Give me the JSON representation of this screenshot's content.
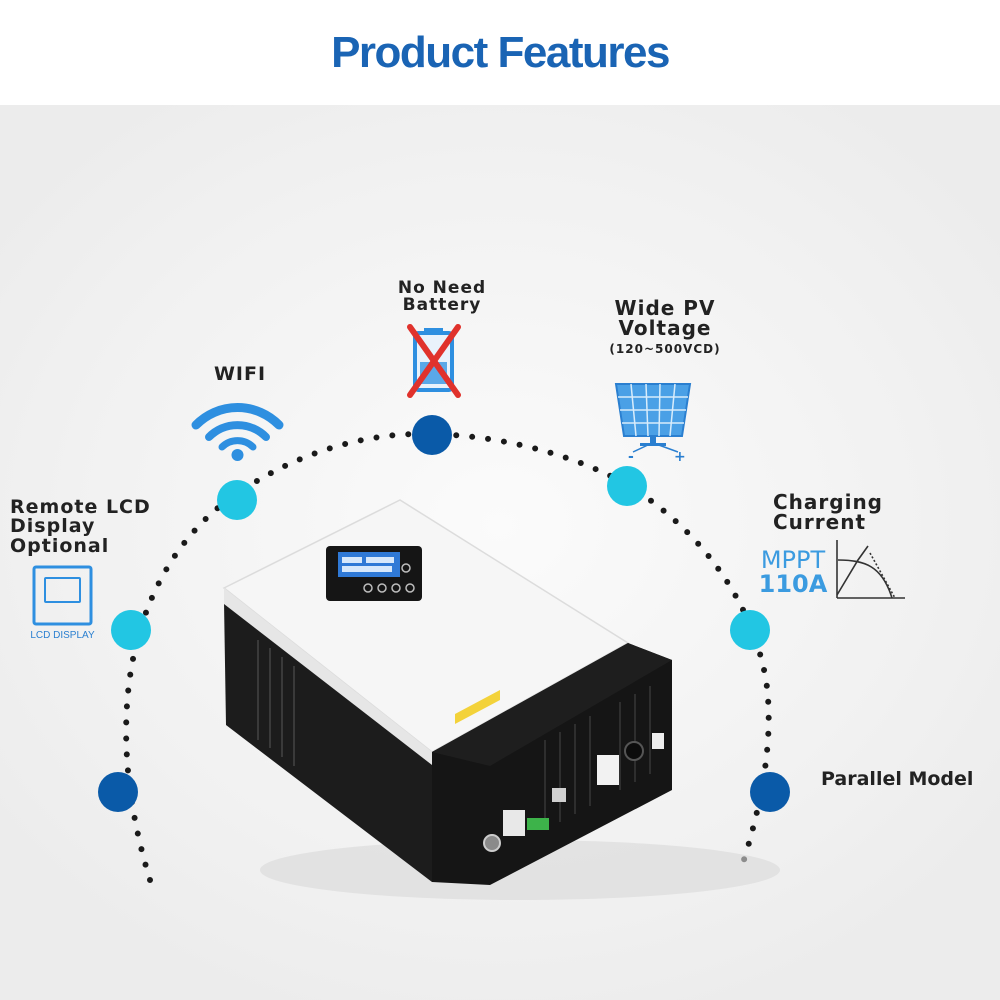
{
  "title": "Product Features",
  "features": {
    "no_battery": {
      "line1": "No Need",
      "line2": "Battery"
    },
    "wide_pv": {
      "line1": "Wide PV",
      "line2": "Voltage",
      "range": "(120~500VCD)"
    },
    "wifi": {
      "label": "WIFI"
    },
    "remote_lcd": {
      "line1": "Remote LCD",
      "line2": "Display",
      "line3": "Optional",
      "icon_caption": "LCD DISPLAY"
    },
    "charging": {
      "line1": "Charging",
      "line2": "Current",
      "mppt": "MPPT",
      "amps": "110A"
    },
    "parallel": {
      "label": "Parallel Model"
    }
  },
  "solar_terminals": {
    "minus": "-",
    "plus": "+"
  },
  "colors": {
    "title": "#1a64b4",
    "dot_dark": "#0a5aa8",
    "dot_light": "#22c6e3",
    "accent": "#3b9be0",
    "cross": "#e0322c"
  },
  "icons": [
    "wifi-icon",
    "battery-icon",
    "cross-icon",
    "solar-panel-icon",
    "lcd-display-icon",
    "mppt-curve-icon",
    "inverter-image"
  ]
}
